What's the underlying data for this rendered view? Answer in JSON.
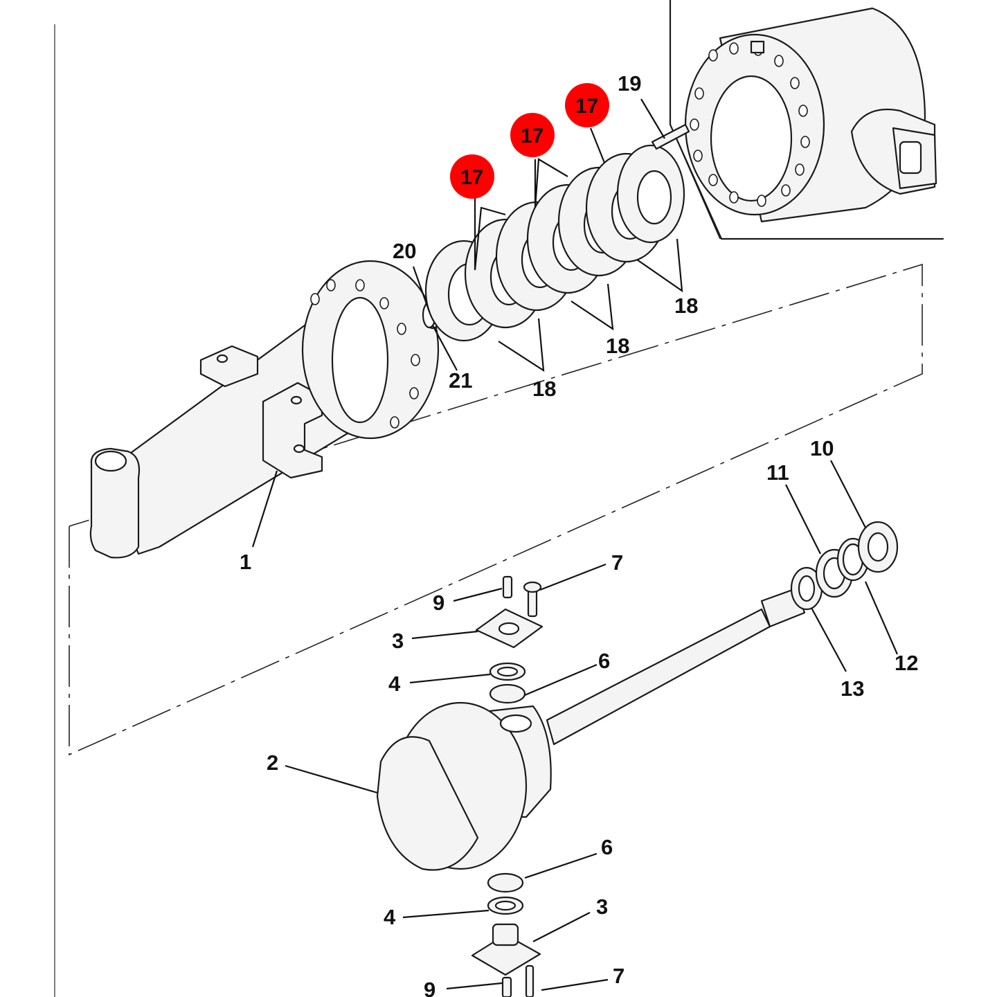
{
  "colors": {
    "highlight": "#ff0000",
    "line": "#1a1a1a",
    "part_fill": "#f4f4f4",
    "background": "#ffffff"
  },
  "callouts": {
    "c1": "1",
    "c2": "2",
    "c3_top": "3",
    "c3_bottom": "3",
    "c4_top": "4",
    "c4_bottom": "4",
    "c6_top": "6",
    "c6_bottom": "6",
    "c7_top": "7",
    "c7_bottom": "7",
    "c9_top": "9",
    "c9_bottom": "9",
    "c10": "10",
    "c11": "11",
    "c12": "12",
    "c13": "13",
    "c17_a": "17",
    "c17_b": "17",
    "c17_c": "17",
    "c18_a": "18",
    "c18_b": "18",
    "c18_c": "18",
    "c19": "19",
    "c20": "20",
    "c21": "21"
  }
}
